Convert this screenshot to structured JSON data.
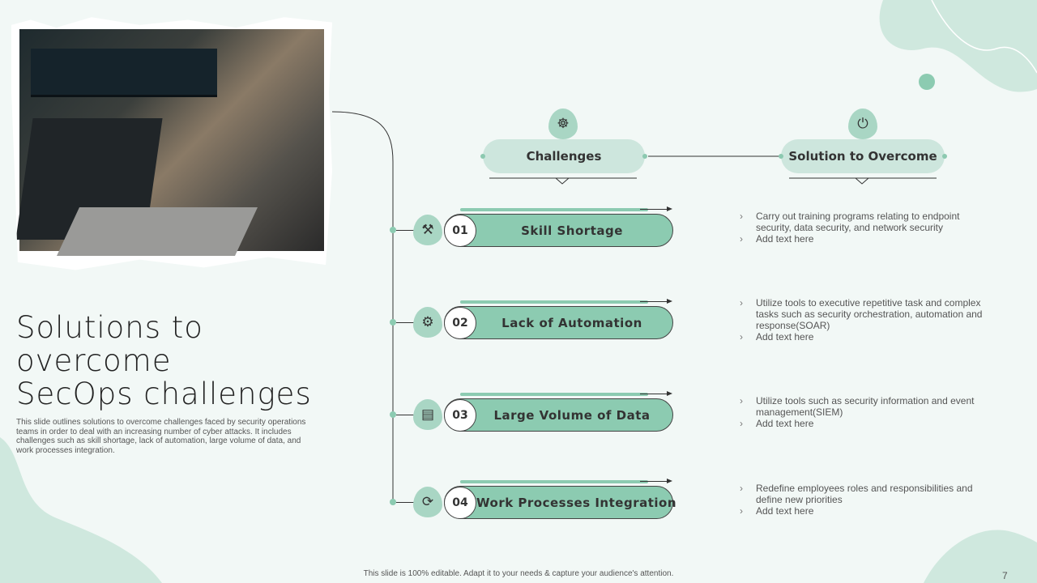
{
  "title": "Solutions to overcome SecOps challenges",
  "title_lines": [
    "Solutions to",
    "overcome",
    "SecOps challenges"
  ],
  "description": "This slide outlines solutions to overcome challenges faced by security operations teams in order to deal with an increasing number of cyber attacks. It includes challenges such as skill shortage, lack of automation, large volume of data, and work processes integration.",
  "headers": {
    "challenges": "Challenges",
    "solution": "Solution to Overcome"
  },
  "rows": [
    {
      "num": "01",
      "label": "Skill Shortage",
      "icon": "gear-tools-icon",
      "bullets": [
        "Carry out training programs relating to endpoint security, data security, and network security",
        "Add text here"
      ]
    },
    {
      "num": "02",
      "label": "Lack of Automation",
      "icon": "robot-arm-icon",
      "bullets": [
        "Utilize tools to executive repetitive task and complex tasks such as security orchestration, automation and response(SOAR)",
        "Add text here"
      ]
    },
    {
      "num": "03",
      "label": "Large Volume of Data",
      "icon": "database-icon",
      "bullets": [
        "Utilize tools such as security information and event management(SIEM)",
        "Add text here"
      ]
    },
    {
      "num": "04",
      "label": "Work Processes Integration",
      "icon": "gear-cycle-icon",
      "bullets": [
        "Redefine employees roles and responsibilities and define new priorities",
        "Add text here"
      ]
    }
  ],
  "footer": "This slide is 100% editable. Adapt it to your needs & capture your audience's attention.",
  "page_number": "7",
  "colors": {
    "accent": "#8ccbb1",
    "light": "#cde6dd",
    "bg": "#f2f8f6"
  }
}
